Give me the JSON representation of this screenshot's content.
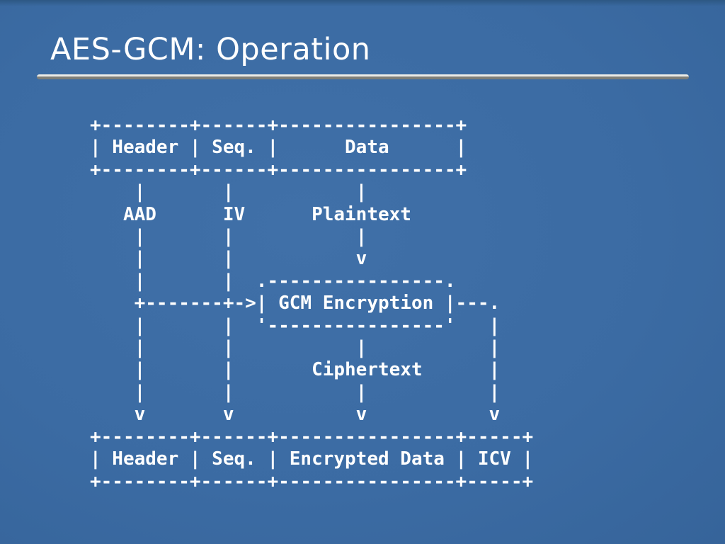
{
  "slide": {
    "title": "AES-GCM: Operation",
    "colors": {
      "background": "#3b6ba3",
      "background_top_edge": "#2d5884",
      "text": "#ffffff",
      "rule_highlight": "#ecece8",
      "rule_shadow": "#7e7e78"
    }
  },
  "diagram": {
    "ascii_lines": [
      "+--------+------+----------------+",
      "| Header | Seq. |      Data      |",
      "+--------+------+----------------+",
      "    |       |           |",
      "   AAD      IV      Plaintext",
      "    |       |           |",
      "    |       |           v",
      "    |       |  .----------------.",
      "    +-------+->| GCM Encryption |---.",
      "    |       |  '----------------'   |",
      "    |       |           |           |",
      "    |       |       Ciphertext      |",
      "    |       |           |           |",
      "    v       v           v           v",
      "+--------+------+----------------+-----+",
      "| Header | Seq. | Encrypted Data | ICV |",
      "+--------+------+----------------+-----+"
    ],
    "semantics": {
      "input_packet_fields": [
        "Header",
        "Seq.",
        "Data"
      ],
      "gcm_inputs": [
        "AAD",
        "IV",
        "Plaintext"
      ],
      "process": "GCM Encryption",
      "process_output": "Ciphertext",
      "output_packet_fields": [
        "Header",
        "Seq.",
        "Encrypted Data",
        "ICV"
      ]
    }
  }
}
